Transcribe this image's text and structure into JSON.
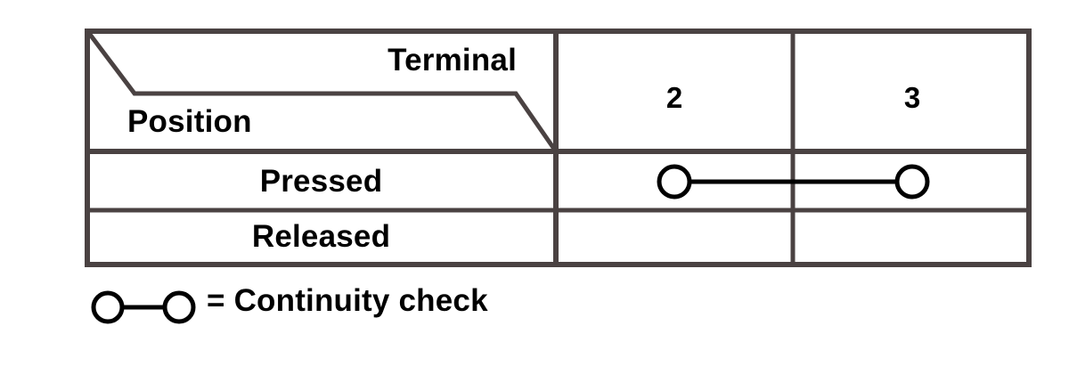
{
  "table": {
    "corner_header": {
      "column_axis_label": "Terminal",
      "row_axis_label": "Position"
    },
    "column_headers": [
      "2",
      "3"
    ],
    "rows": [
      {
        "label": "Pressed",
        "continuity": true,
        "terminals": [
          "2",
          "3"
        ]
      },
      {
        "label": "Released",
        "continuity": false,
        "terminals": []
      }
    ]
  },
  "legend": {
    "symbol_name": "continuity-symbol",
    "text": "= Continuity check"
  },
  "colors": {
    "border": "#4a4242",
    "symbol": "#000000",
    "text": "#000000",
    "background": "#ffffff"
  }
}
